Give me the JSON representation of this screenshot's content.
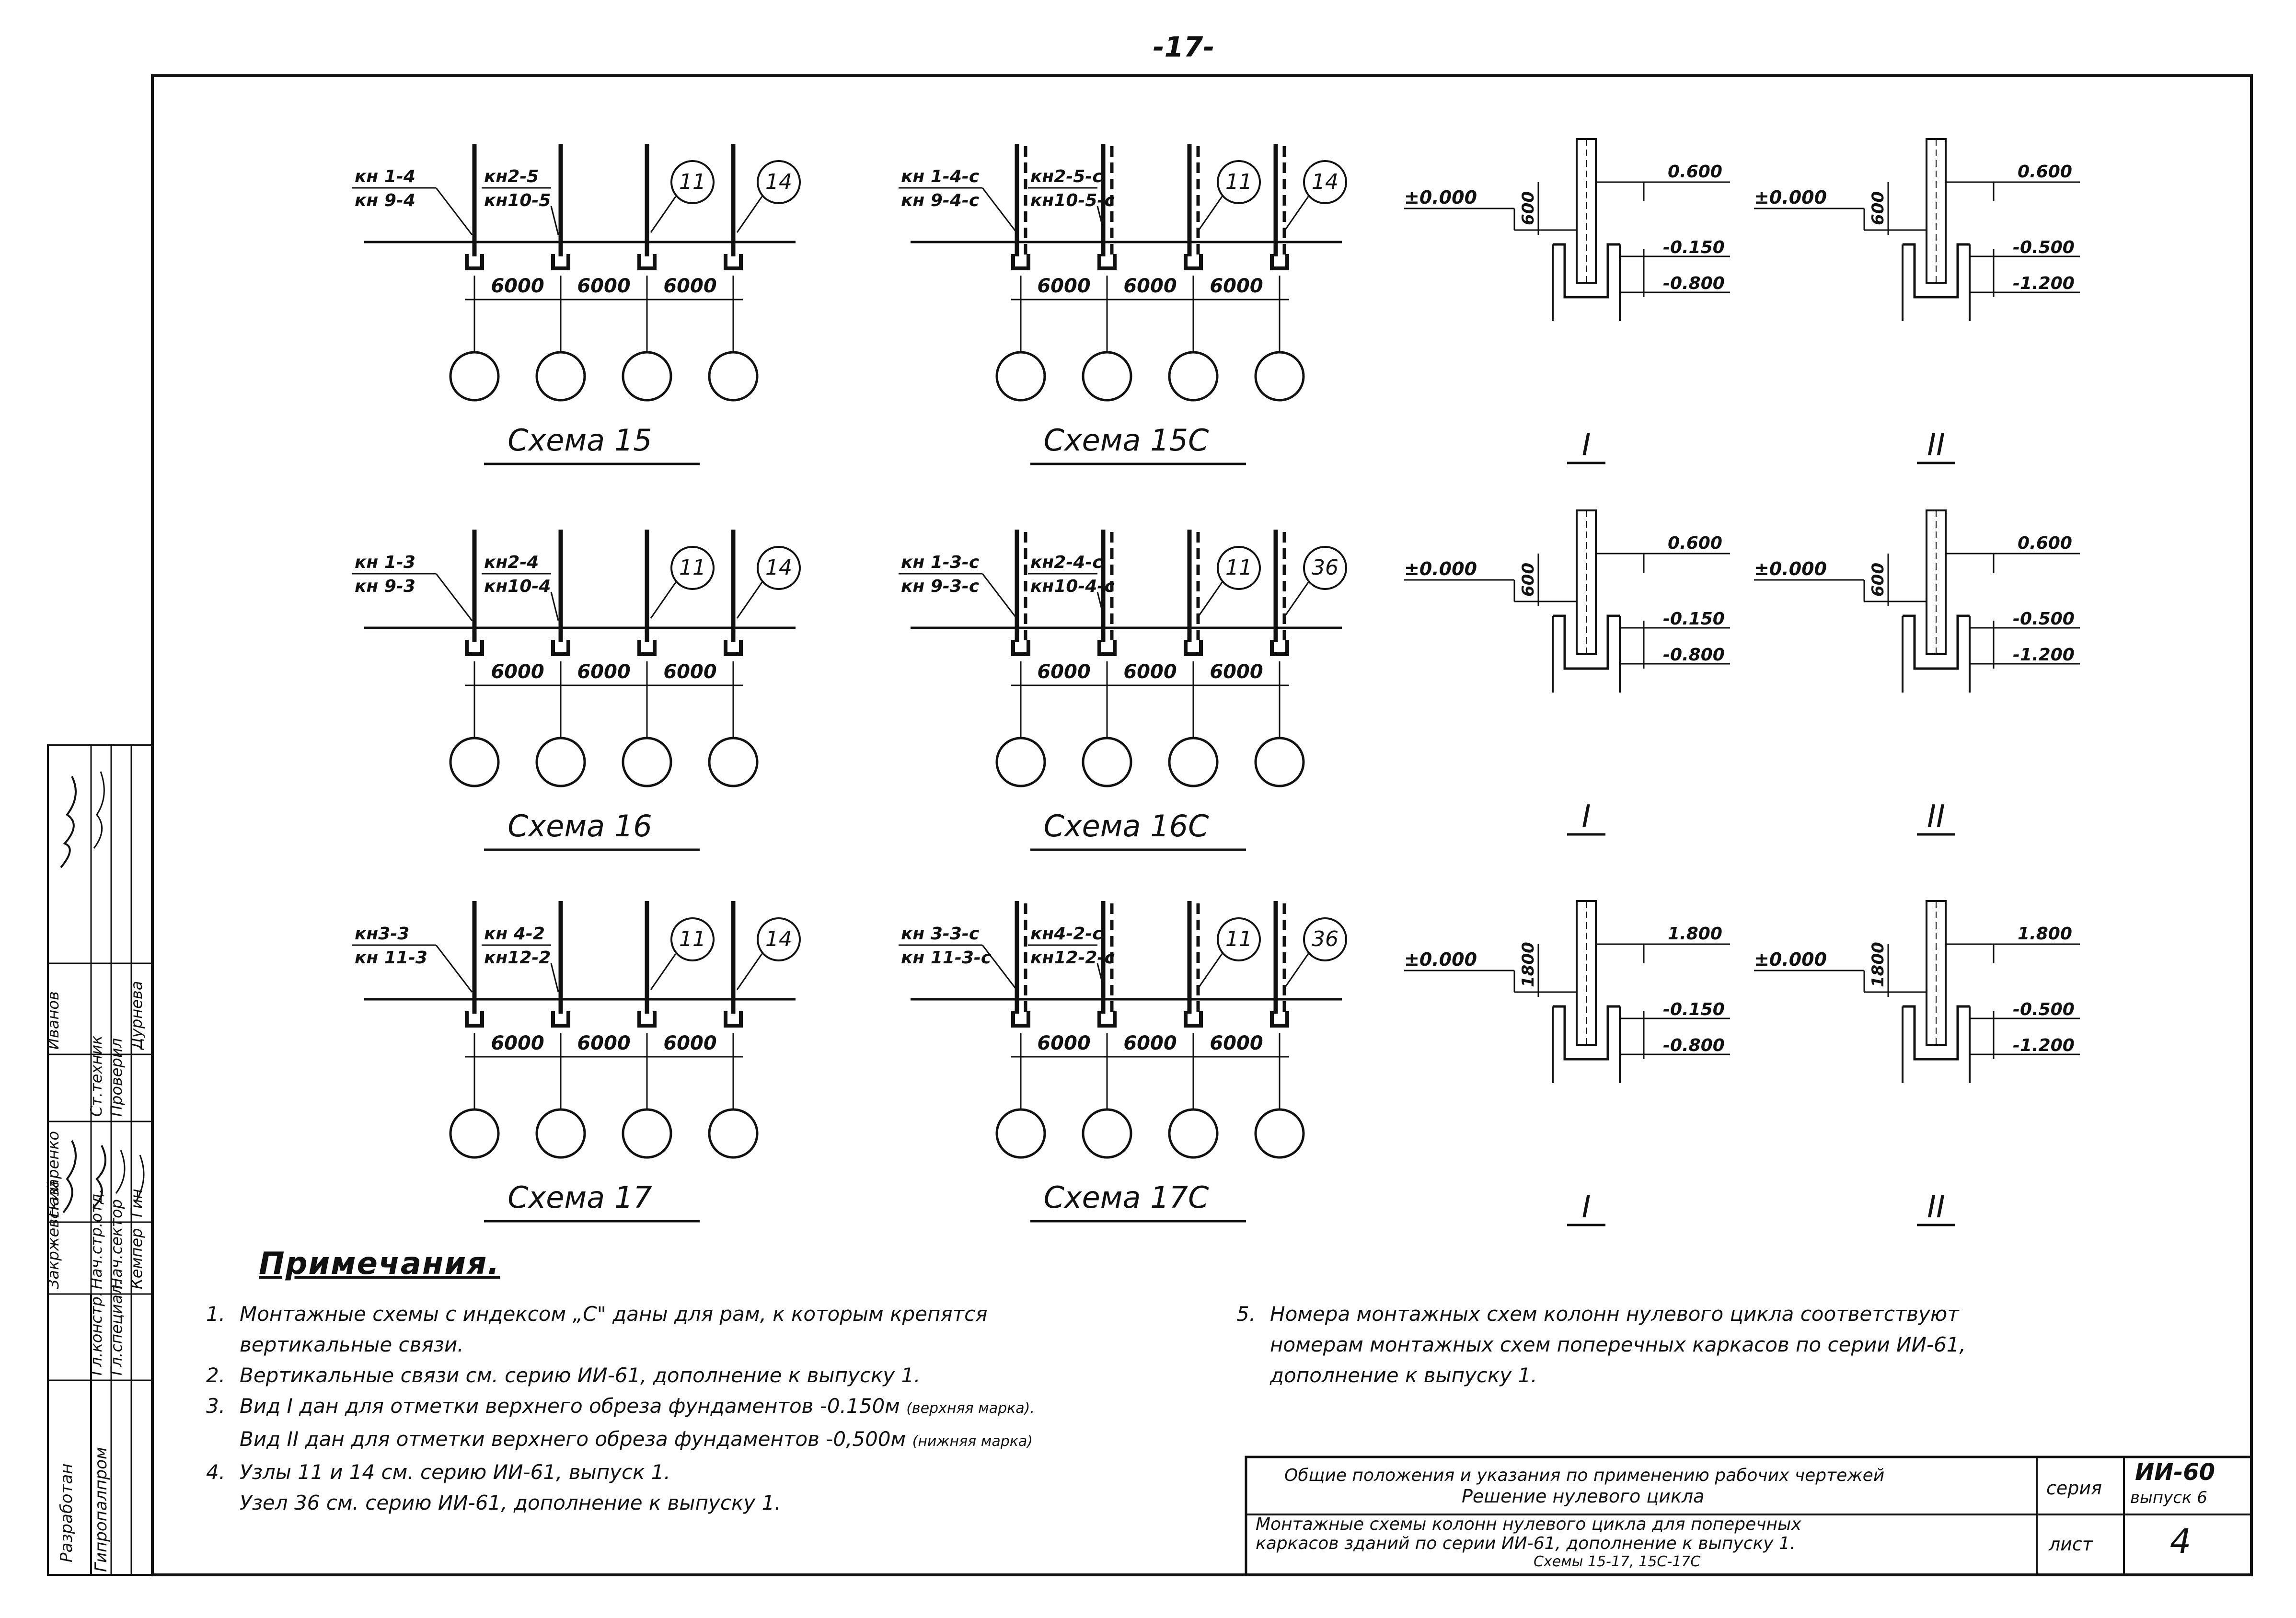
{
  "page_number": "-17-",
  "schemes": [
    {
      "title": "Схема 15",
      "col1_upper": "кн 1-4",
      "col1_lower": "кн 9-4",
      "col2_upper": "кн2-5",
      "col2_lower": "кн10-5",
      "node_a": "11",
      "node_b": "14",
      "spans": [
        "6000",
        "6000",
        "6000"
      ]
    },
    {
      "title": "Схема 15С",
      "col1_upper": "кн 1-4-с",
      "col1_lower": "кн 9-4-с",
      "col2_upper": "кн2-5-с",
      "col2_lower": "кн10-5-с",
      "node_a": "11",
      "node_b": "14",
      "spans": [
        "6000",
        "6000",
        "6000"
      ]
    },
    {
      "title": "Схема 16",
      "col1_upper": "кн 1-3",
      "col1_lower": "кн 9-3",
      "col2_upper": "кн2-4",
      "col2_lower": "кн10-4",
      "node_a": "11",
      "node_b": "14",
      "spans": [
        "6000",
        "6000",
        "6000"
      ]
    },
    {
      "title": "Схема 16С",
      "col1_upper": "кн 1-3-с",
      "col1_lower": "кн 9-3-с",
      "col2_upper": "кн2-4-с",
      "col2_lower": "кн10-4-с",
      "node_a": "11",
      "node_b": "36",
      "spans": [
        "6000",
        "6000",
        "6000"
      ]
    },
    {
      "title": "Схема 17",
      "col1_upper": "кн3-3",
      "col1_lower": "кн 11-3",
      "col2_upper": "кн 4-2",
      "col2_lower": "кн12-2",
      "node_a": "11",
      "node_b": "14",
      "spans": [
        "6000",
        "6000",
        "6000"
      ]
    },
    {
      "title": "Схема 17С",
      "col1_upper": "кн 3-3-с",
      "col1_lower": "кн 11-3-с",
      "col2_upper": "кн4-2-с",
      "col2_lower": "кн12-2-с",
      "node_a": "11",
      "node_b": "36",
      "spans": [
        "6000",
        "6000",
        "6000"
      ]
    }
  ],
  "details": [
    {
      "label": "I",
      "zero": "±0.000",
      "top": "0.600",
      "dim": "600",
      "low1": "-0.150",
      "low2": "-0.800"
    },
    {
      "label": "II",
      "zero": "±0.000",
      "top": "0.600",
      "dim": "600",
      "low1": "-0.500",
      "low2": "-1.200"
    },
    {
      "label": "I",
      "zero": "±0.000",
      "top": "0.600",
      "dim": "600",
      "low1": "-0.150",
      "low2": "-0.800"
    },
    {
      "label": "II",
      "zero": "±0.000",
      "top": "0.600",
      "dim": "600",
      "low1": "-0.500",
      "low2": "-1.200"
    },
    {
      "label": "I",
      "zero": "±0.000",
      "top": "1.800",
      "dim": "1800",
      "low1": "-0.150",
      "low2": "-0.800"
    },
    {
      "label": "II",
      "zero": "±0.000",
      "top": "1.800",
      "dim": "1800",
      "low1": "-0.500",
      "low2": "-1.200"
    }
  ],
  "notes": {
    "title": "Примечания.",
    "n1_num": "1.",
    "n1_line1": "Монтажные схемы с индексом „С\" даны для рам, к которым крепятся",
    "n1_line2": "вертикальные связи.",
    "n2_num": "2.",
    "n2_line1": "Вертикальные связи см. серию ИИ-61, дополнение к выпуску 1.",
    "n3_num": "3.",
    "n3_line1": "Вид I дан для отметки верхнего обреза фундаментов -0.150м",
    "n3_line1_note": "(верхняя марка).",
    "n3_line2": "Вид II дан для отметки верхнего обреза фундаментов -0,500м",
    "n3_line2_note": "(нижняя марка)",
    "n4_num": "4.",
    "n4_line1": "Узлы 11 и 14 см. серию ИИ-61, выпуск 1.",
    "n4_line2": "Узел 36 см. серию ИИ-61, дополнение к выпуску 1.",
    "n5_num": "5.",
    "n5_line1": "Номера монтажных схем колонн нулевого цикла соответствуют",
    "n5_line2": "номерам монтажных схем поперечных каркасов по серии ИИ-61,",
    "n5_line3": "дополнение к выпуску 1."
  },
  "title_block": {
    "general_1": "Общие положения и указания по применению рабочих чертежей",
    "general_2": "Решение нулевого цикла",
    "sheet_1": "Монтажные схемы колонн нулевого цикла для поперечных",
    "sheet_2": "каркасов зданий по серии ИИ-61, дополнение к выпуску 1.",
    "sheet_3": "Схемы 15-17, 15С-17С",
    "series_label": "серия",
    "series_value": "ИИ-60",
    "issue_value": "выпуск 6",
    "sheet_label": "лист",
    "sheet_value": "4"
  },
  "stamp": {
    "org1": "Разработан",
    "org2": "Гипропалпром",
    "roles": [
      "Нач.стр.отд.",
      "Гл.констр.",
      "Нач.сект.",
      "Ст.техник",
      "Проверил",
      "Гл.специал."
    ],
    "roles_a": [
      "Нач.стр.отд.",
      "Гл.констр.",
      "Ст.техник"
    ],
    "roles_b": [
      "Нач.сектор",
      "Гл.специал.",
      "Проверил"
    ],
    "names_a": [
      "Назаренко",
      "Закржевский",
      "Иванов"
    ],
    "names_b": [
      "Гин",
      "Кемпер",
      "Дурнева"
    ]
  }
}
